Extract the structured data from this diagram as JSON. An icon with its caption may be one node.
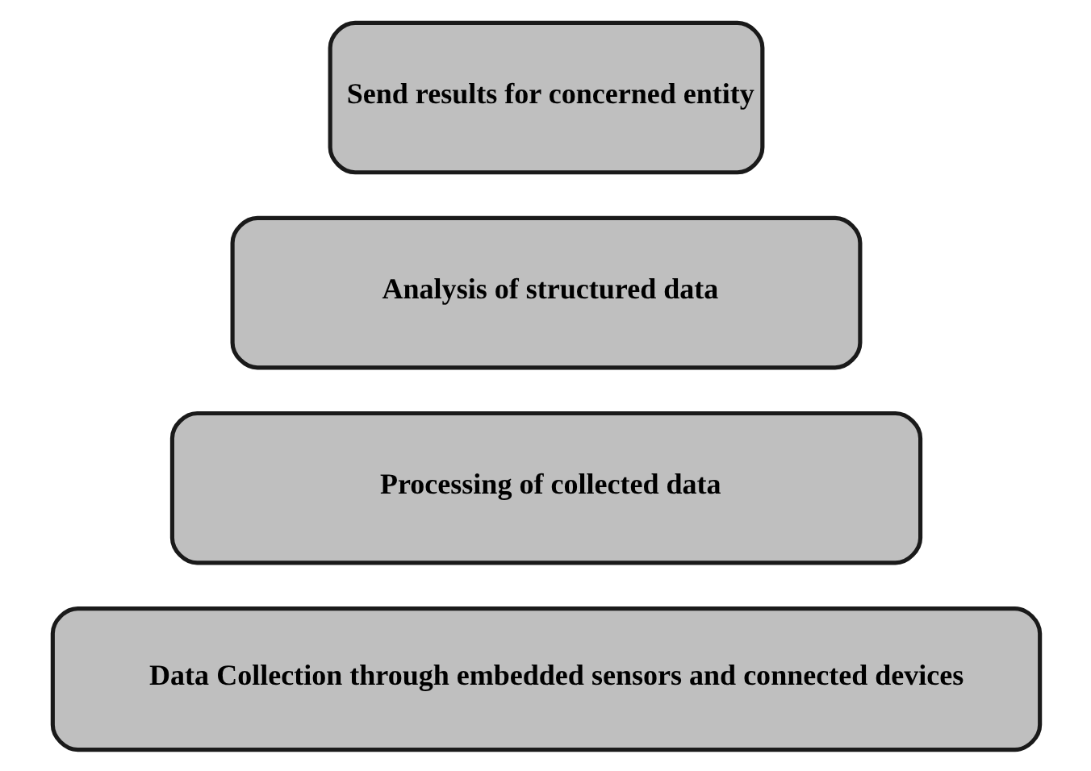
{
  "diagram": {
    "nodes": [
      {
        "text": [
          "Send results for concerned entity"
        ]
      },
      {
        "text": [
          "Analysis of structured data"
        ]
      },
      {
        "text": [
          "Processing of collected data"
        ]
      },
      {
        "text": [
          "Data Collection through embedded sensors and connected devices"
        ]
      }
    ]
  }
}
